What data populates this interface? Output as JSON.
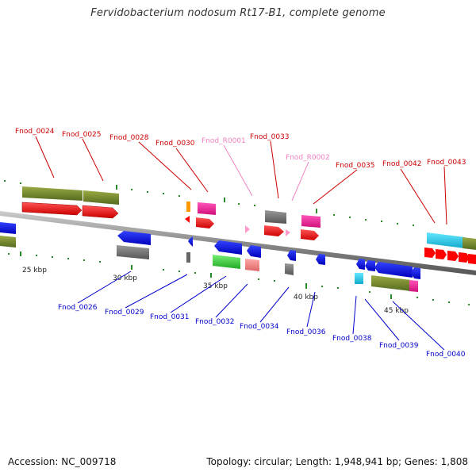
{
  "title": "Fervidobacterium nodosum Rt17-B1, complete genome",
  "footer": {
    "accession": "Accession: NC_009718",
    "stats": "Topology: circular; Length: 1,948,941 bp; Genes: 1,808"
  },
  "colors": {
    "upper_label": "#cc0000",
    "rna_label": "#ee82c0",
    "lower_label": "#0000cc",
    "backbone": "#888888",
    "red_gene": "#ff0000",
    "green_gene": "#6b8e23",
    "blue_gene": "#0000ff",
    "gray_gene": "#666666",
    "magenta_gene": "#ff1493",
    "pink_gene": "#ff99cc",
    "salmon_gene": "#f08080",
    "orange_gene": "#ff9900",
    "cyan_gene": "#22ccee",
    "light_green_gene": "#44dd44"
  },
  "ticks": [
    "25 kbp",
    "30 kbp",
    "35 kbp",
    "40 kbp",
    "45 kbp"
  ],
  "upper_labels": [
    "Fnod_0024",
    "Fnod_0025",
    "Fnod_0028",
    "Fnod_0030",
    "Fnod_R0001",
    "Fnod_0033",
    "Fnod_R0002",
    "Fnod_0035",
    "Fnod_0042",
    "Fnod_0043"
  ],
  "lower_labels": [
    "Fnod_0026",
    "Fnod_0029",
    "Fnod_0031",
    "Fnod_0032",
    "Fnod_0034",
    "Fnod_0036",
    "Fnod_0038",
    "Fnod_0039",
    "Fnod_0040"
  ]
}
